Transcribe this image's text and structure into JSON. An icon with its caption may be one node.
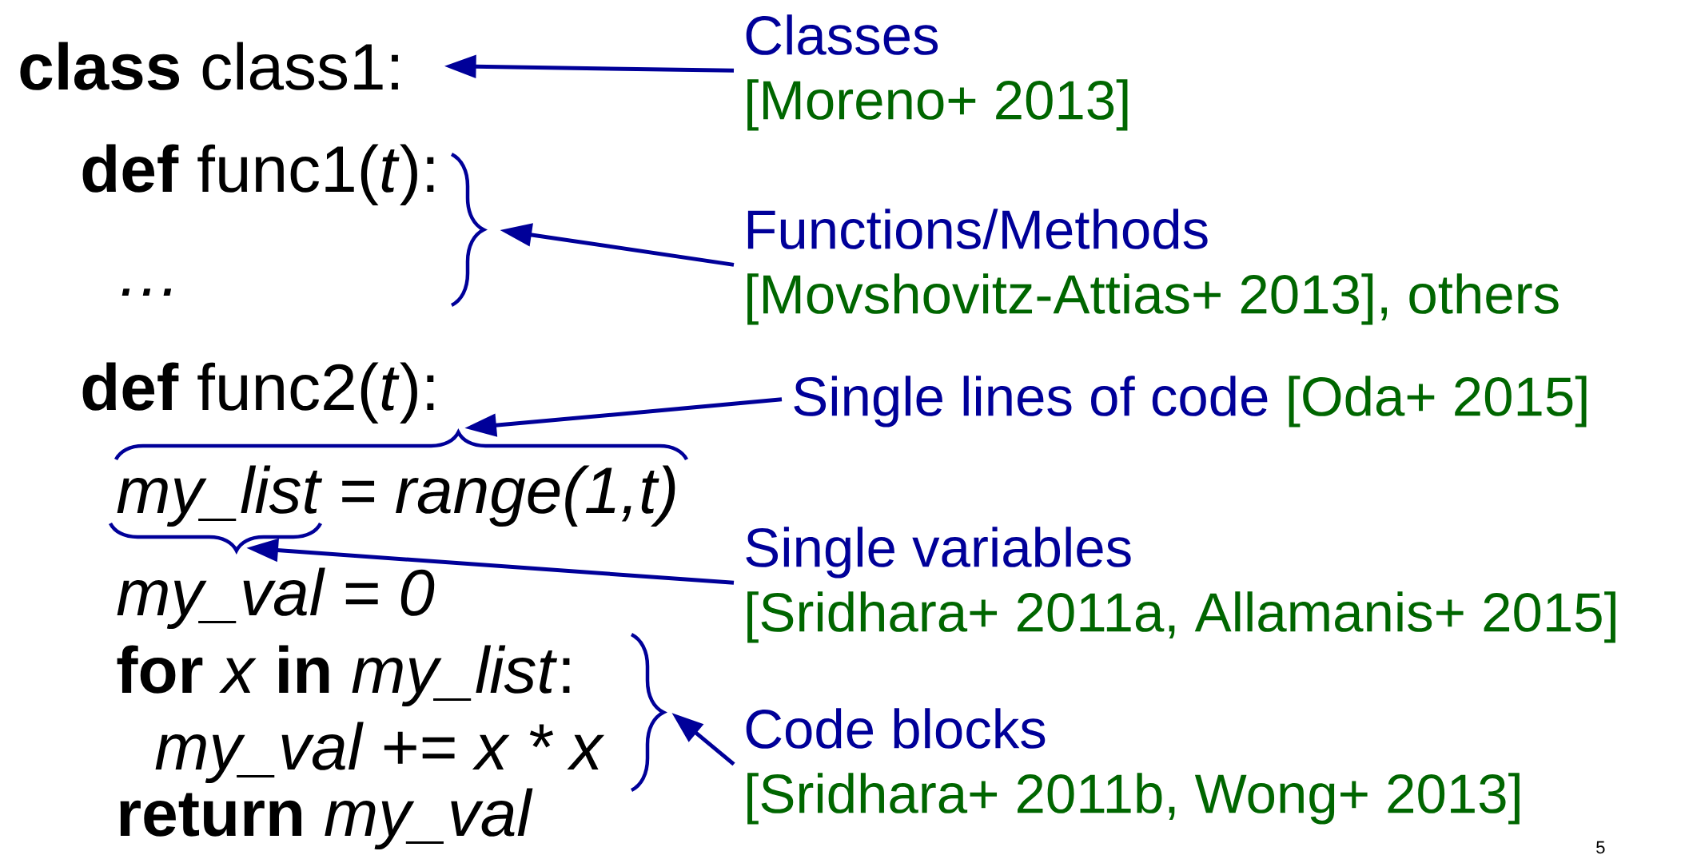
{
  "diagram": {
    "nodes": [
      {
        "text": [
          "**class** class1:"
        ]
      },
      {
        "text": [],
        "shape": "brace"
      },
      {
        "text": [],
        "shape": "brace"
      },
      {
        "text": [],
        "shape": "brace"
      },
      {
        "text": [],
        "shape": "brace"
      },
      {
        "text": [
          "Classes",
          "[Moreno+ 2013]"
        ]
      },
      {
        "text": [
          "Functions/Methods",
          "[Movshovitz-Attias+ 2013], others"
        ]
      },
      {
        "text": [
          "Single lines of code",
          "[Oda+ 2015]"
        ]
      },
      {
        "text": [
          "Single variables",
          "[Sridhara+ 2011a, Allamanis+ 2015]"
        ]
      },
      {
        "text": [
          "Code blocks",
          "[Sridhara+ 2011b, Wong+ 2013]"
        ]
      }
    ],
    "edges": [
      {
        "from": 5,
        "to": 0,
        "arrow": "to"
      },
      {
        "from": 6,
        "to": 1,
        "arrow": "to"
      },
      {
        "from": 7,
        "to": 2,
        "arrow": "to"
      },
      {
        "from": 8,
        "to": 3,
        "arrow": "to"
      },
      {
        "from": 9,
        "to": 4,
        "arrow": "to"
      }
    ],
    "labels": [
      "**def** func1(*t*):",
      "…",
      "**def** func2(*t*):",
      "my_list = range(1,t)",
      "my_val = 0",
      "**for** *x* **in** *my_list*:",
      "my_val += x * x",
      "**return** *my_val*",
      "5"
    ]
  }
}
